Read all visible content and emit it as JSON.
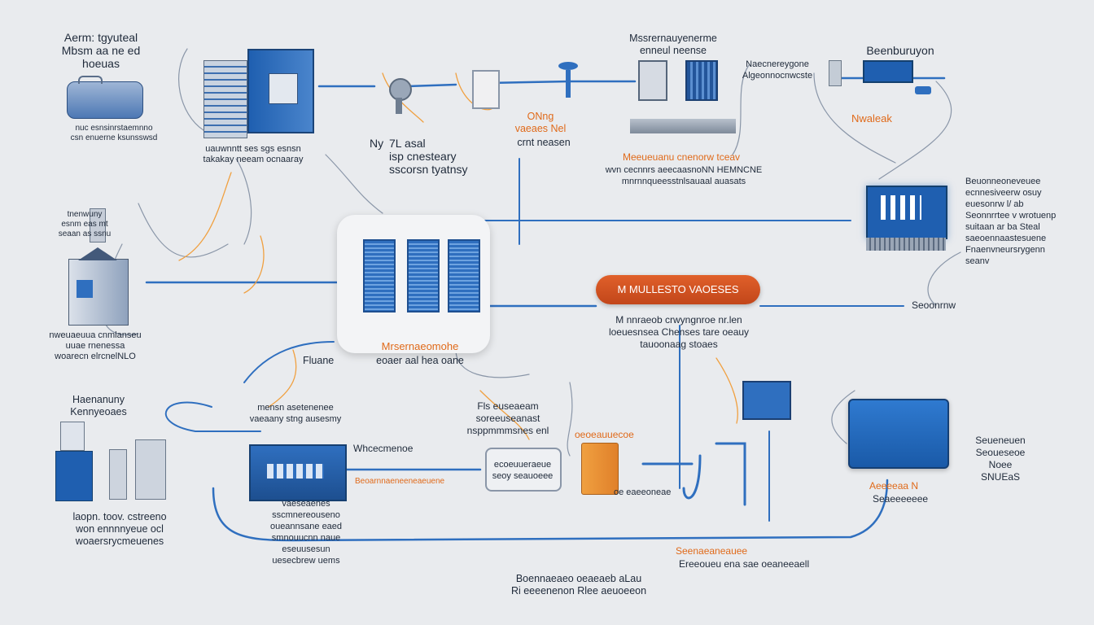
{
  "colors": {
    "wire_blue": "#2f6fbf",
    "wire_orange": "#f0a040",
    "wire_gray": "#8a96a8",
    "accent_orange": "#e06a1a",
    "pill_red": "#d0522a"
  },
  "labels": {
    "top_left_heading": "Aerm: tgyuteal\nMbsm aa ne ed\nhoeuas",
    "top_left_caption": "nuc esnsinrstaemnno\ncsn enuerne ksunsswsd",
    "cabinet_caption": "uauwnntt ses sgs esnsn\ntakakay neeam ocnaaray",
    "left_mid_caption": "tnenwuny\nesnm eas mt\nseaan as ssnu",
    "left_building_caption": "nweuaeuua cnmlanseu\nuuae rnenessa\nwoarecn elrcnelNLO",
    "valve_label_a": "Ny",
    "valve_label_b": "7L asal\nisp cnesteary\nsscorsn tyatnsy",
    "center_top_or": "ONng\nvaeaes Nel",
    "center_top_caption": "crnt neasen",
    "top_center_heading": "Mssrernauyenerme\nenneul neense",
    "top_center_caption_or": "Meeueuanu cnenorw tceav",
    "top_center_caption": "wvn cecnnrs aeecaasnoNN HEMNCNE\nmnrnnqueesstnlsauaal auasats",
    "top_right_heading": "Beenburuyon",
    "top_right_sub": "Naecnereygone\nAlgeonnocnwcste",
    "top_right_or": "Nwaleak",
    "right_upper_caption": "Beuonneoneveuee\necnnesiveerw osuy\neuesonrw l/ ab\nSeonnrrtee v wrotuenp\nsuitaan ar ba Steal\nsaeoennaastesuene\nFnaenvneursrygenn\nseanv",
    "right_mid_label": "Seoonrnw",
    "hub_caption_or": "Mrsernaeomohe",
    "hub_caption": "eoaer aal hea oane",
    "hub_side": "Fluane",
    "pill_text": "M MULLESTO VAOESES",
    "pill_caption": "M nnraeob crwyngnroe nr.len\nloeuesnsea Chenses tare oeauy\ntauoonaag stoaes",
    "left_lower_heading": "Haenanuny\nKennyeoaes",
    "left_lower_caption": "laopn. toov. cstreeno\nwon ennnnyeue ocl\nwoaersrycmeuenes",
    "ac_caption": "mensn asetenenee\nvaeaany stng ausesmy",
    "ac_right": "Whcecmenoe",
    "ac_bottom_or": "Beoarnnaeneeneaeuene",
    "lower_list": "vaeseaenes\nsscmnereouseno\noueannsane eaed\nsmnouucnn naue\neseuusesun\nuesecbrew uems",
    "lower_center_heading": "Fls euseaeam\nsoreeuseanast\nnsppmmmsnes enl",
    "box_caption": "ecoeuueraeue\nseoy seauoeee",
    "tank_or_label": "oeoeauuecoe",
    "tank_caption": "oe eaeeoneae",
    "bottom_center_caption": "Boennaeaeo oeaeaeb aLau\nRi eeeenenon Rlee aeuoeeon",
    "bottom_right_or": "Seenaeaneauee",
    "bottom_right_caption": "Ereeoueu ena sae oeaneeaell",
    "right_lower_caption": "Seueneuen\nSeoueseoe Noee\nSNUEaS",
    "right_lower_or": "Aeeeeaa N",
    "right_lower_sub": "Seaeeeeeee"
  }
}
